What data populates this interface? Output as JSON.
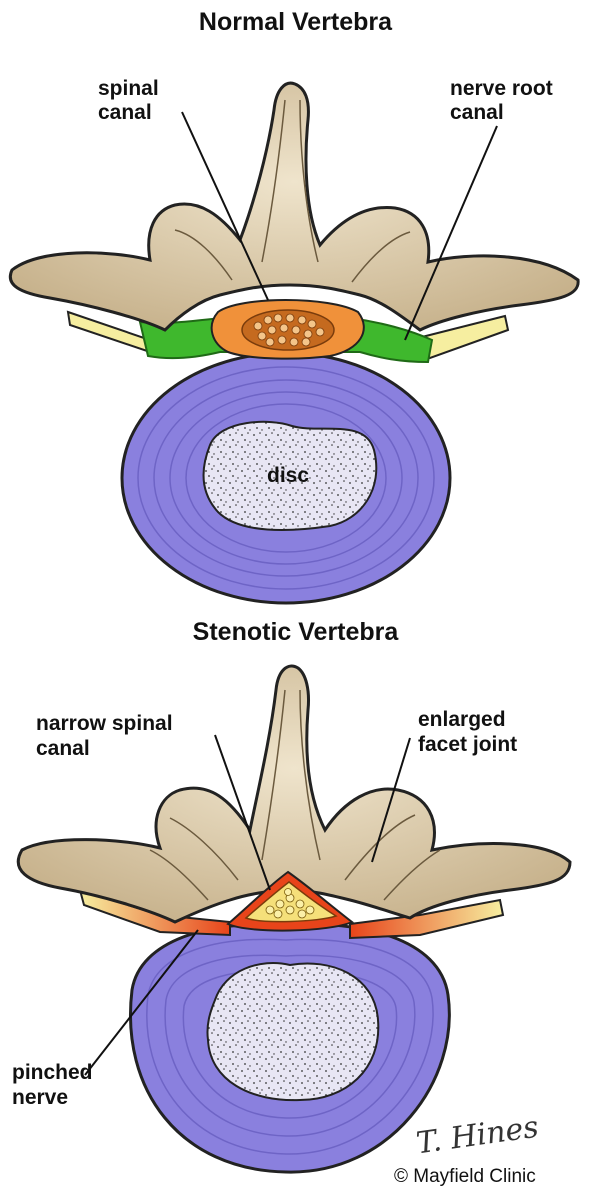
{
  "normal": {
    "title": "Normal Vertebra",
    "labels": {
      "spinal_canal_1": "spinal",
      "spinal_canal_2": "canal",
      "nerve_root_canal_1": "nerve root",
      "nerve_root_canal_2": "canal",
      "disc": "disc"
    }
  },
  "stenotic": {
    "title": "Stenotic Vertebra",
    "labels": {
      "narrow_spinal_canal_1": "narrow spinal",
      "narrow_spinal_canal_2": "canal",
      "enlarged_facet_joint_1": "enlarged",
      "enlarged_facet_joint_2": "facet joint",
      "pinched_nerve_1": "pinched",
      "pinched_nerve_2": "nerve"
    }
  },
  "credits": {
    "signature": "T. Hines",
    "copyright": "© Mayfield Clinic"
  },
  "colors": {
    "bone": "#d8c7a6",
    "disc_ring": "#8a80de",
    "disc_nucleus": "#e8e6f4",
    "spinal_canal": "#f0913a",
    "ligament_normal": "#3fb82d",
    "nerve": "#f6eea0",
    "inflamed": "#e8441a"
  }
}
